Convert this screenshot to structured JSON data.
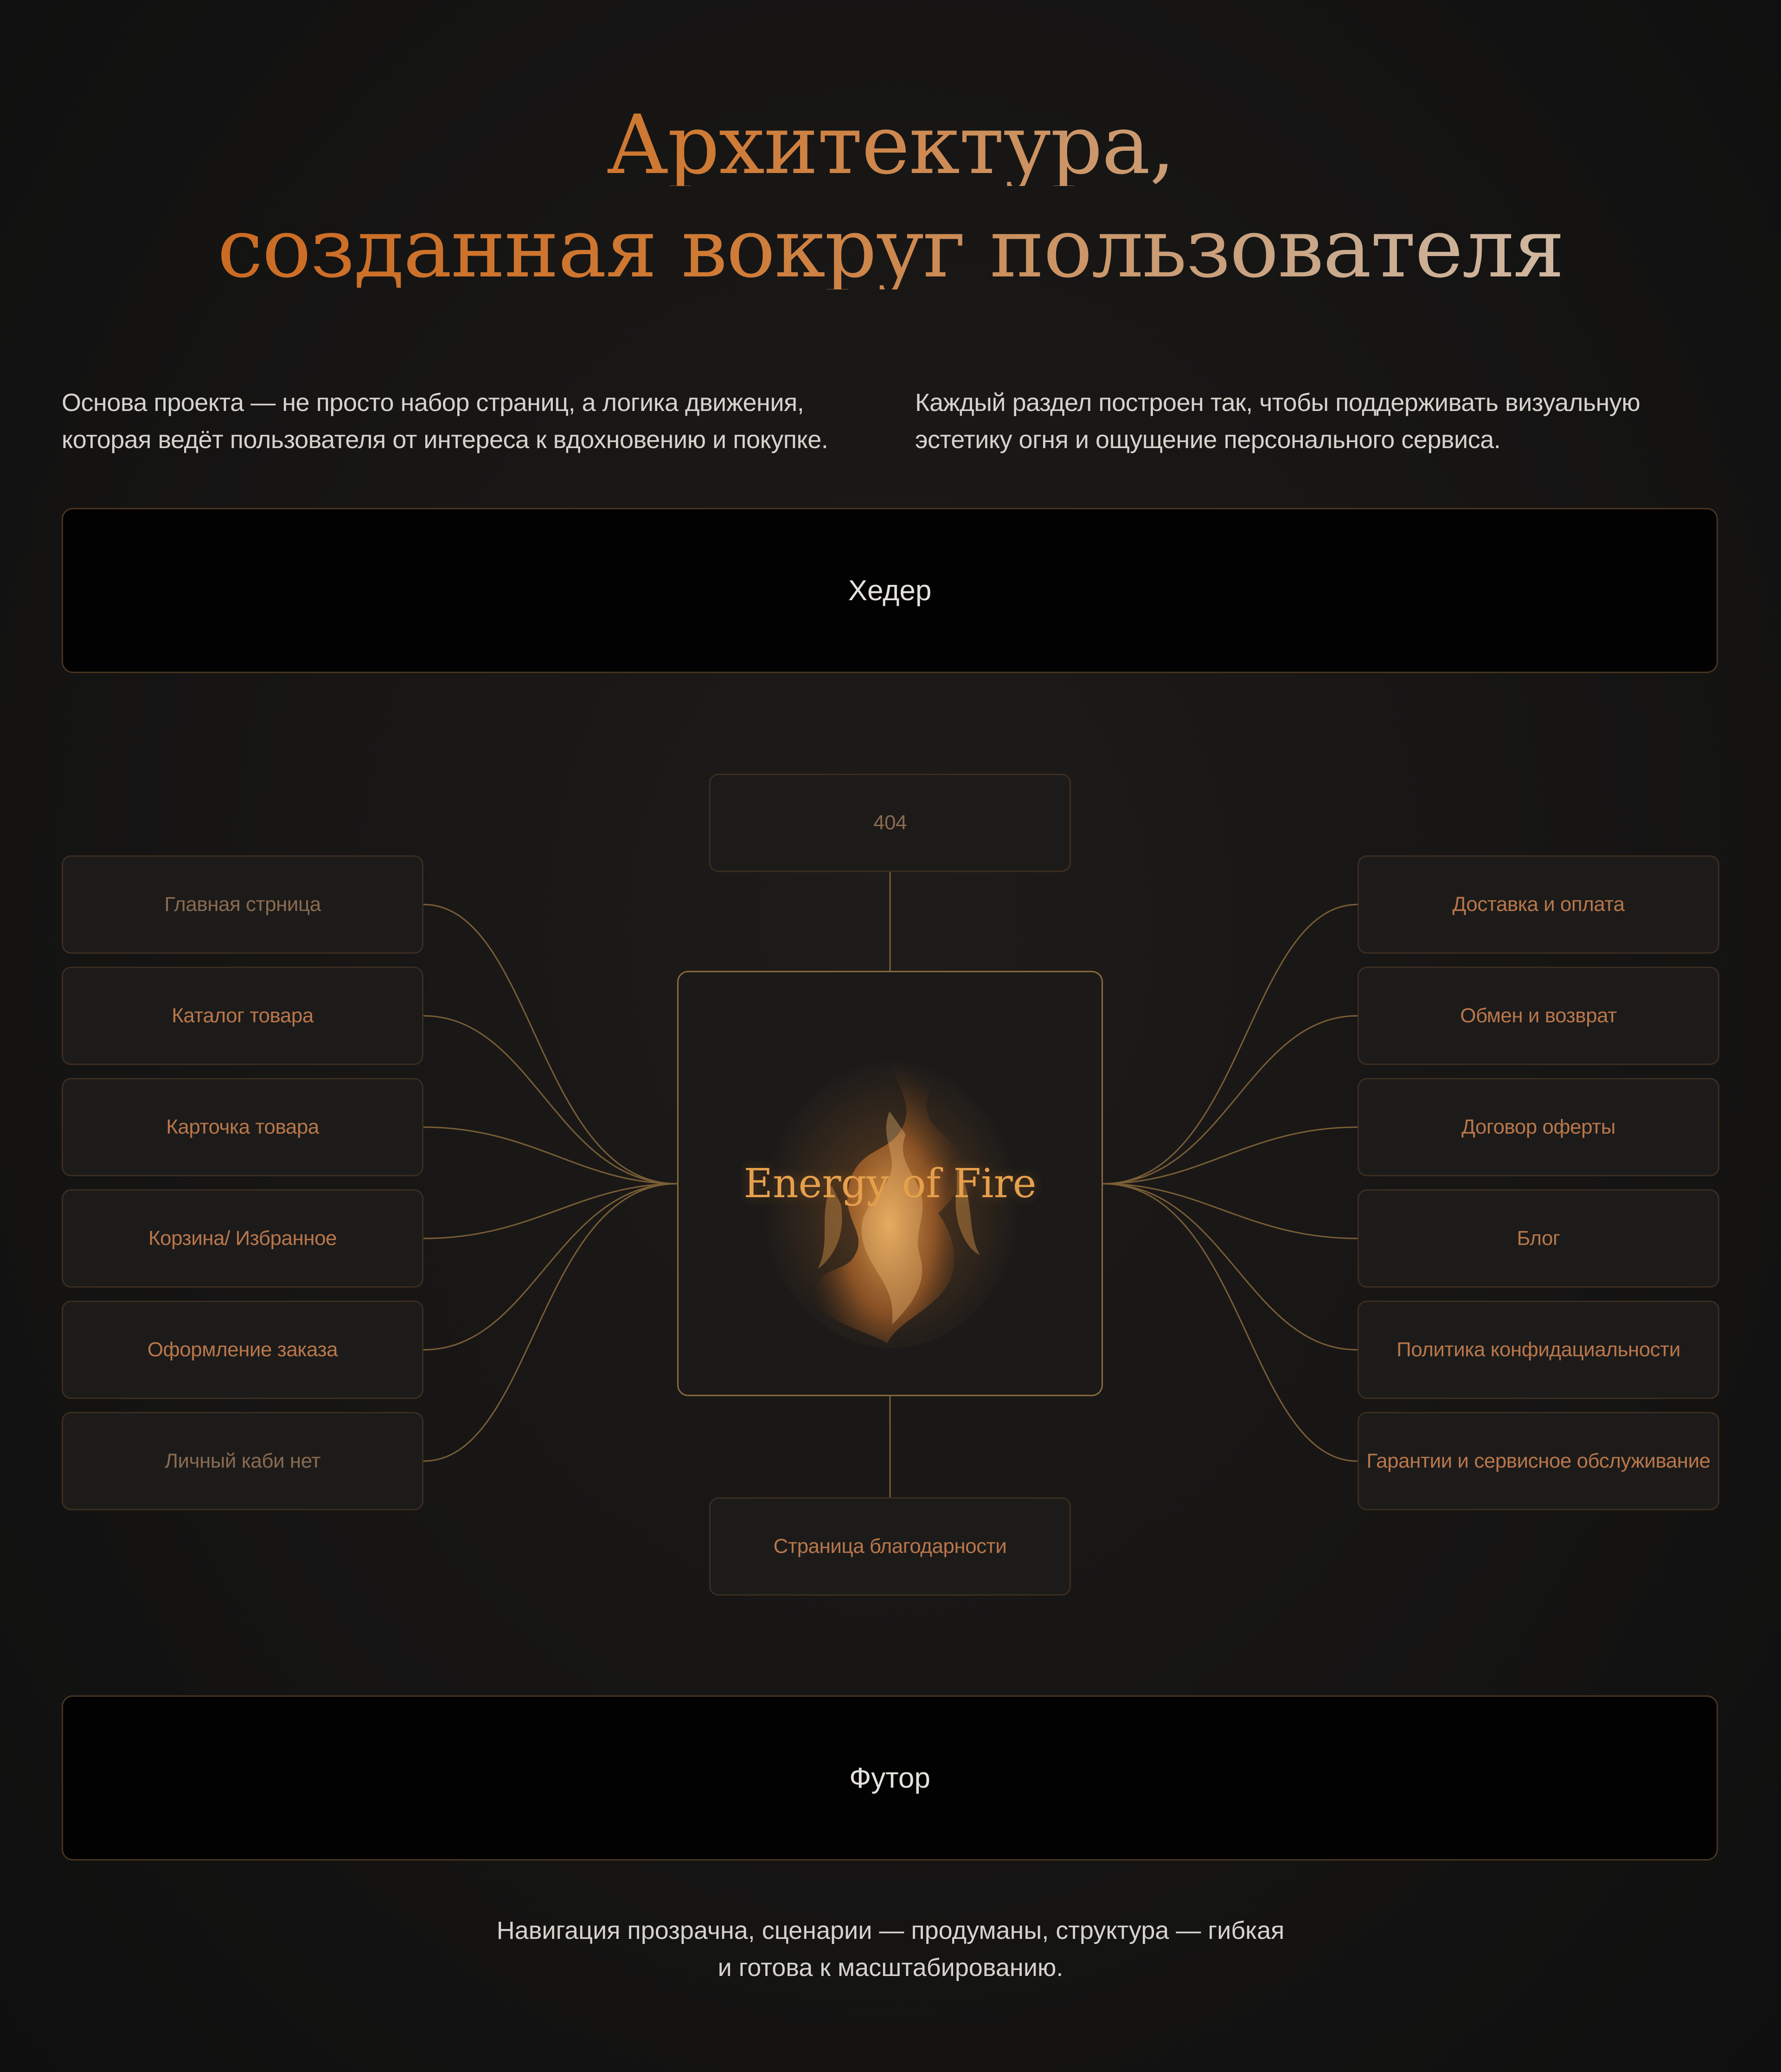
{
  "title": {
    "line1": "Архитектура,",
    "line2": "созданная вокруг пользователя"
  },
  "intro": {
    "left": {
      "line1": "Основа проекта — не просто набор страниц, а логика движения,",
      "line2": "которая ведёт пользователя от интереса к вдохновению и покупке."
    },
    "right": {
      "line1": "Каждый раздел построен так, чтобы поддерживать визуальную",
      "line2": "эстетику огня и ощущение персонального сервиса."
    }
  },
  "header_block": {
    "label": "Хедер"
  },
  "diagram": {
    "top_node": "404",
    "bottom_node": "Страница благодарности",
    "center": {
      "label": "Energy of Fire",
      "icon": "flame-icon"
    },
    "left_nodes": [
      "Главная стрница",
      "Каталог товара",
      "Карточка товара",
      "Корзина/ Избранное",
      "Оформление заказа",
      "Личный каби нет"
    ],
    "right_nodes": [
      "Доставка и оплата",
      "Обмен и возврат",
      "Договор оферты",
      "Блог",
      "Политика конфидациальности",
      "Гарантии и сервисное обслуживание"
    ]
  },
  "footer_block": {
    "label": "Футор"
  },
  "outro": {
    "line1": "Навигация прозрачна, сценарии — продуманы, структура — гибкая",
    "line2": "и готова к масштабированию."
  },
  "colors": {
    "accent": "#c9651c",
    "node_text": "#b9764a",
    "connector": "#8a6a3c"
  }
}
